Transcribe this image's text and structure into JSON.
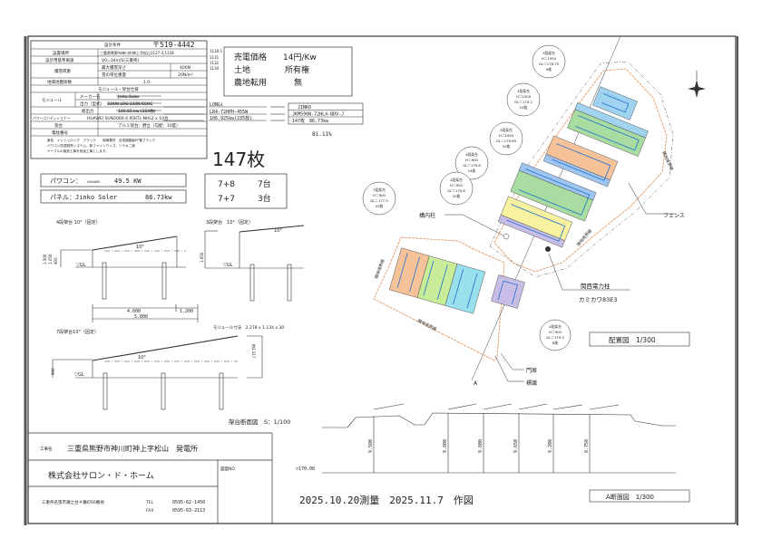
{
  "spec_table": {
    "header": "設計条件",
    "postal": "〒519-4442",
    "rows": [
      {
        "label": "設置場所",
        "value": "三重県熊野市神川町神上字松山1127-3,1128"
      },
      {
        "label": "設計用基準風速",
        "value": "V0=34m/S(三重県)"
      },
      {
        "label": "積雪荷重",
        "sub1": "最大積雪深さ",
        "val1": "400N",
        "sub2": "雪の単位重量",
        "val2": "20N/m²"
      },
      {
        "label": "地域地震係数",
        "value": "1.0"
      }
    ],
    "module_header": "モジュール・架台仕様",
    "module_label": "モジュール",
    "maker_label": "メーカー名",
    "maker_old": "Jinko Soler",
    "output_label": "出力（型式）",
    "output_old": "330W LR8-330N-60HC",
    "total_label": "総出力",
    "total_old": "106.92 kw (324枚)",
    "pcs_label": "パワーコンディショナー",
    "pcs_value": "HUAWEI SUN2000-4.95KTL-NHL2 x 10台",
    "frame_label": "架台",
    "frame_value": "アルミ架台：野立（勾配：10度）",
    "elec_label": "電柱番号",
    "notes": [
      "景色　インシュロック　ブラック　　架線基材　合成樹脂製PF管ブラック",
      "パワコン防湿遮熱システム、新ファインウッズ、ソラキ二度",
      "ケーブルの施設工事を別途工事とします。"
    ],
    "lot_numbers": [
      "1130-1",
      "1131",
      "1132",
      "1134"
    ]
  },
  "change": {
    "old": [
      "LONGi",
      "LR4-72HPH-455W",
      "106.925kw(235枚)"
    ],
    "new": [
      "JINKO",
      "JKM590N-72HL4-BDV-J",
      "147枚　86.73kw"
    ],
    "ratio": "81.11%"
  },
  "sale_box": {
    "rows": [
      {
        "label": "売電価格",
        "value": "14円/Kw"
      },
      {
        "label": "土地",
        "value": "所有権"
      },
      {
        "label": "農地転用",
        "value": "無"
      }
    ]
  },
  "panel_count": "147枚",
  "pcs_box": {
    "label": "パワコン：",
    "brand": "HUAWEI",
    "value": "49.5 KW"
  },
  "panel_box": {
    "label": "パネル：Jinko Soler",
    "value": "86.73kw"
  },
  "config_box": {
    "rows": [
      {
        "combo": "7+8",
        "count": "7台"
      },
      {
        "combo": "7+7",
        "count": "3台"
      }
    ]
  },
  "sections": {
    "four_tier_title": "4段架台 10°（固定）",
    "three_tier_title": "3段架台　10°（固定）",
    "seven_tier_title": "7段架台10°（固定）",
    "angle": "10°",
    "gl": "▽GL",
    "dims_4": [
      "1.500",
      "1.050",
      "900"
    ],
    "span_4": "4.600",
    "overhang_4": "1.200",
    "total_4": "5.800",
    "dim_3": "1.950",
    "module_size": "モジュール寸法　2.278 x 1.134 x 30",
    "dim_7": "900",
    "dim_7_right": "約2.317",
    "section_title": "架台断面図　S：1/100"
  },
  "site_plan": {
    "racks": [
      {
        "title": "3段架台",
        "h": "H＝1950",
        "gl": "GL＝178.75",
        "count": "9枚"
      },
      {
        "title": "4段架台",
        "h": "H＝1500",
        "gl": "GL＝179.2",
        "count": "24枚"
      },
      {
        "title": "4段架台",
        "h": "H＝1050",
        "gl": "GL＝179.65",
        "count": "20枚"
      },
      {
        "title": "4段架台",
        "h": "H＝900",
        "gl": "GL＝179.8",
        "count": "24枚"
      },
      {
        "title": "4段架台",
        "h": "H＝900",
        "gl": "GL＝179.8",
        "count": "20枚"
      },
      {
        "title": "7段架台",
        "h": "H＝900",
        "gl": "GL＝177.5",
        "count": "42枚"
      },
      {
        "title": "4段架台",
        "h": "H＝900",
        "gl": "GL＝179.5",
        "count": "8枚"
      }
    ],
    "fence": "フェンス",
    "site_pole": "構内柱",
    "utility_pole": "関西電力柱",
    "utility_pole_id": "カミカワ83E3",
    "gate": "門扉",
    "sign": "標識",
    "boundary": "隣地境界線",
    "scale_label": "配置図　1/300",
    "section_marker": "A"
  },
  "section_a": {
    "datum": "▽170.00",
    "heights": [
      "9.500",
      "9.800",
      "9.800",
      "9.650",
      "9.200",
      "8.750"
    ],
    "scale_label": "A断面図　1/300"
  },
  "title_block": {
    "project_label": "工事名",
    "project": "三重県熊野市神川町神上字松山　発電所",
    "company": "株式会社サロン・ド・ホーム",
    "drawing_no_label": "図面NO",
    "address": "三重県名張市瀬之台４番町60番地",
    "tel_label": "TEL",
    "tel": "0595-62-1450",
    "fax_label": "FAX",
    "fax": "0595-63-2113"
  },
  "dates": "2025.10.20測量　2025.11.7　作図",
  "colors": {
    "blue": "#9fd3f0",
    "green": "#a8dca0",
    "orange": "#f6c29a",
    "yellow": "#f8f2a0",
    "purple": "#c8bde6",
    "cable": "#1f6fd0",
    "fence": "#e08a50"
  }
}
